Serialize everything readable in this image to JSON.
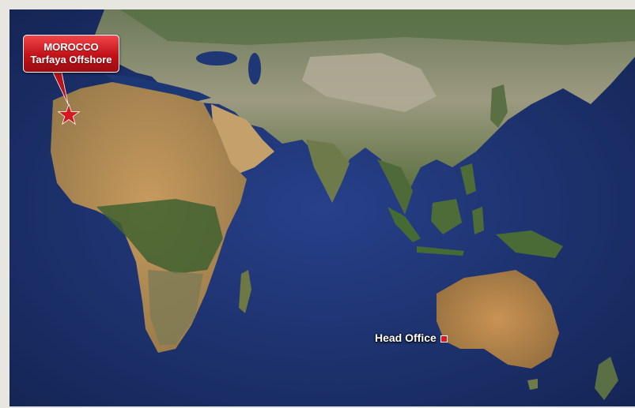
{
  "map": {
    "callout": {
      "line1": "MOROCCO",
      "line2": "Tarfaya Offshore",
      "marker": "star-icon",
      "color": "#d3181f"
    },
    "head_office": {
      "label": "Head Office",
      "marker": "square-marker",
      "color": "#e0141b"
    },
    "ocean_color": "#1e3470",
    "land_colors": [
      "#b58a50",
      "#4f6e34",
      "#8b9a6c",
      "#a8a58c"
    ]
  }
}
